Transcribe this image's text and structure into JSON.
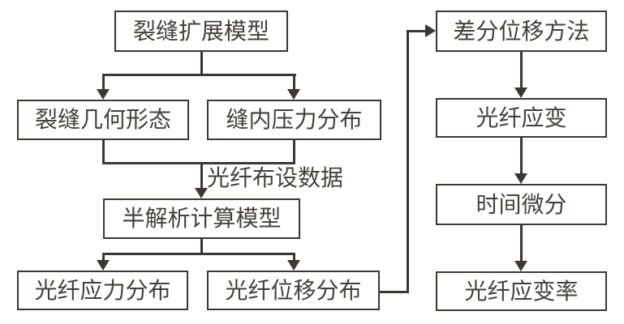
{
  "diagram": {
    "type": "flowchart",
    "nodes": {
      "crack_model": {
        "label": "裂缝扩展模型"
      },
      "geometry": {
        "label": "裂缝几何形态"
      },
      "pressure": {
        "label": "缝内压力分布"
      },
      "semi_analytic": {
        "label": "半解析计算模型"
      },
      "fiber_stress": {
        "label": "光纤应力分布"
      },
      "fiber_disp": {
        "label": "光纤位移分布"
      },
      "diff_disp": {
        "label": "差分位移方法"
      },
      "fiber_strain": {
        "label": "光纤应变"
      },
      "time_diff": {
        "label": "时间微分"
      },
      "strain_rate": {
        "label": "光纤应变率"
      }
    },
    "edge_labels": {
      "fiber_layout_data": "光纤布设数据"
    },
    "colors": {
      "stroke": "#3c3733",
      "text": "#45403c",
      "background": "#ffffff"
    }
  }
}
